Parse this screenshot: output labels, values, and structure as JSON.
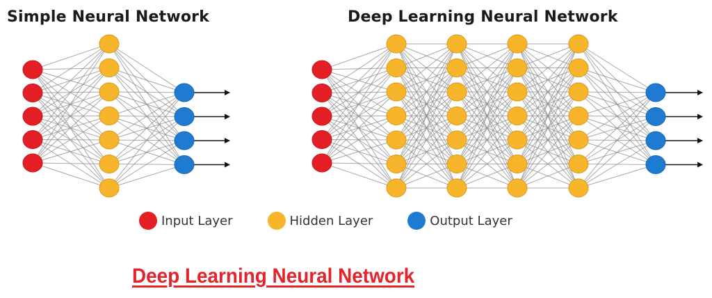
{
  "titles": {
    "simple": "Simple Neural Network",
    "deep": "Deep Learning Neural Network"
  },
  "colors": {
    "input": "#e31e24",
    "hidden": "#f7b52c",
    "output": "#1f7bd1",
    "edge": "#8a8a8a",
    "arrow": "#111111",
    "caption": "#e3242b"
  },
  "networks": {
    "simple": {
      "layers": [
        {
          "type": "input",
          "nodes": 5
        },
        {
          "type": "hidden",
          "nodes": 7
        },
        {
          "type": "output",
          "nodes": 4
        }
      ]
    },
    "deep": {
      "layers": [
        {
          "type": "input",
          "nodes": 5
        },
        {
          "type": "hidden",
          "nodes": 7
        },
        {
          "type": "hidden",
          "nodes": 7
        },
        {
          "type": "hidden",
          "nodes": 7
        },
        {
          "type": "hidden",
          "nodes": 7
        },
        {
          "type": "output",
          "nodes": 4
        }
      ]
    }
  },
  "legend": [
    {
      "type": "input",
      "label": "Input Layer"
    },
    {
      "type": "hidden",
      "label": "Hidden Layer"
    },
    {
      "type": "output",
      "label": "Output Layer"
    }
  ],
  "caption": "Deep Learning Neural Network"
}
